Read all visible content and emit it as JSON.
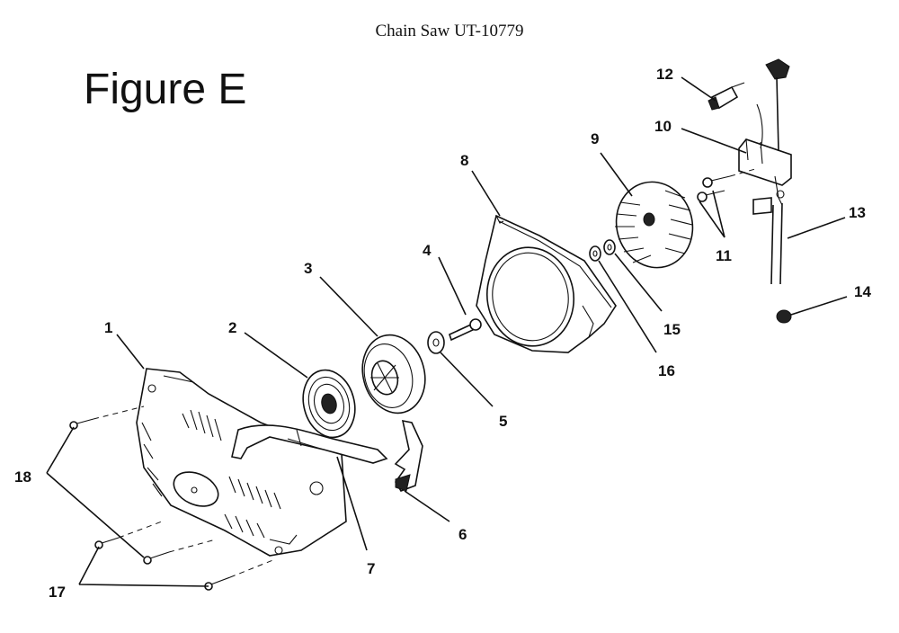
{
  "header": {
    "title": "Chain Saw UT-10779"
  },
  "figure": {
    "label": "Figure E"
  },
  "callouts": [
    "1",
    "2",
    "3",
    "4",
    "5",
    "6",
    "7",
    "8",
    "9",
    "10",
    "11",
    "12",
    "13",
    "14",
    "15",
    "16",
    "17",
    "18"
  ]
}
